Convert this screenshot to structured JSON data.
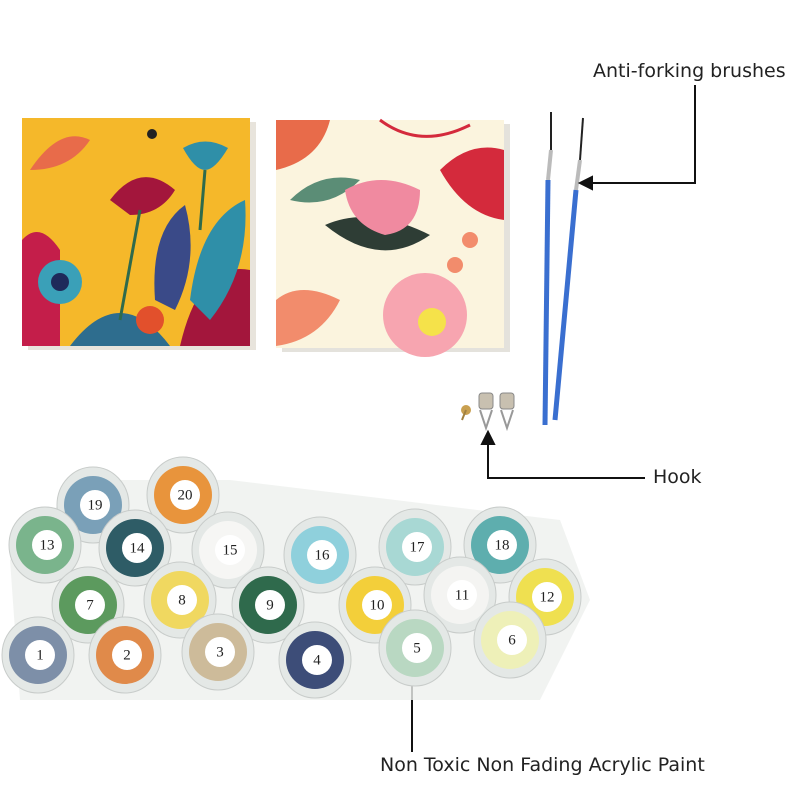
{
  "annotations": {
    "brushes": "Anti-forking brushes",
    "hook": "Hook",
    "paint": "Non Toxic Non Fading Acrylic Paint"
  },
  "colors": {
    "canvas1_bg": "#f5b82a",
    "canvas2_bg": "#fbf4de",
    "brush": "#3a6fd0",
    "leader_line": "#111111"
  },
  "paint_pots": [
    {
      "number": "1",
      "color": "#7d8fa8"
    },
    {
      "number": "2",
      "color": "#e08a4a"
    },
    {
      "number": "3",
      "color": "#cdbb9a"
    },
    {
      "number": "4",
      "color": "#3d4d78"
    },
    {
      "number": "5",
      "color": "#b9d8c2"
    },
    {
      "number": "6",
      "color": "#eef0b8"
    },
    {
      "number": "7",
      "color": "#5c9a5e"
    },
    {
      "number": "8",
      "color": "#f0d860"
    },
    {
      "number": "9",
      "color": "#2f6a4c"
    },
    {
      "number": "10",
      "color": "#f3cf3a"
    },
    {
      "number": "11",
      "color": "#f4f4f2"
    },
    {
      "number": "12",
      "color": "#efe050"
    },
    {
      "number": "13",
      "color": "#7ab48c"
    },
    {
      "number": "14",
      "color": "#2e5c66"
    },
    {
      "number": "15",
      "color": "#f6f6f4"
    },
    {
      "number": "16",
      "color": "#8fd0dc"
    },
    {
      "number": "17",
      "color": "#a8d8d4"
    },
    {
      "number": "18",
      "color": "#5eaeae"
    },
    {
      "number": "19",
      "color": "#7aa0b8"
    },
    {
      "number": "20",
      "color": "#e8943c"
    }
  ]
}
